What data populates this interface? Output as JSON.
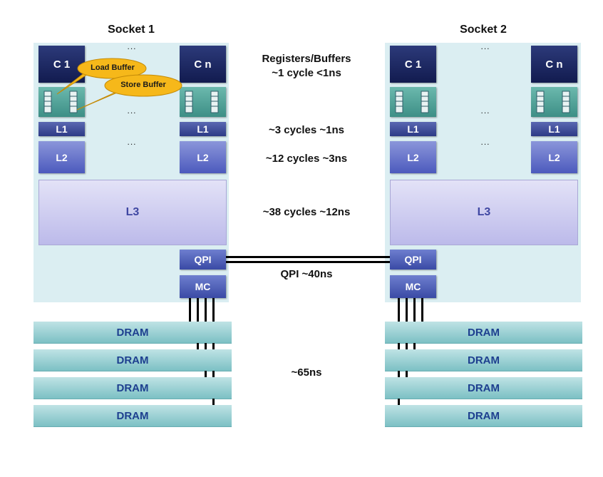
{
  "sockets": [
    {
      "title": "Socket 1",
      "first_core": "C 1",
      "last_core": "C n",
      "l1": "L1",
      "l2": "L2",
      "l3": "L3",
      "qpi": "QPI",
      "mc": "MC",
      "ellipsis": "..."
    },
    {
      "title": "Socket 2",
      "first_core": "C 1",
      "last_core": "C n",
      "l1": "L1",
      "l2": "L2",
      "l3": "L3",
      "qpi": "QPI",
      "mc": "MC",
      "ellipsis": "..."
    }
  ],
  "buffers": {
    "load": "Load Buffer",
    "store": "Store Buffer"
  },
  "dram": {
    "label": "DRAM"
  },
  "latencies": {
    "registers_title": "Registers/Buffers",
    "registers": "~1 cycle <1ns",
    "l1": "~3 cycles ~1ns",
    "l2": "~12 cycles ~3ns",
    "l3": "~38 cycles ~12ns",
    "qpi": "QPI ~40ns",
    "dram": "~65ns"
  },
  "colors": {
    "socket_background": "#dbeef2",
    "core": "#1f2a66",
    "l1": "#3a4796",
    "l2": "#6470cc",
    "l3": "#cfcdf1",
    "dram": "#9fd2d5",
    "callout": "#f6b81a"
  }
}
